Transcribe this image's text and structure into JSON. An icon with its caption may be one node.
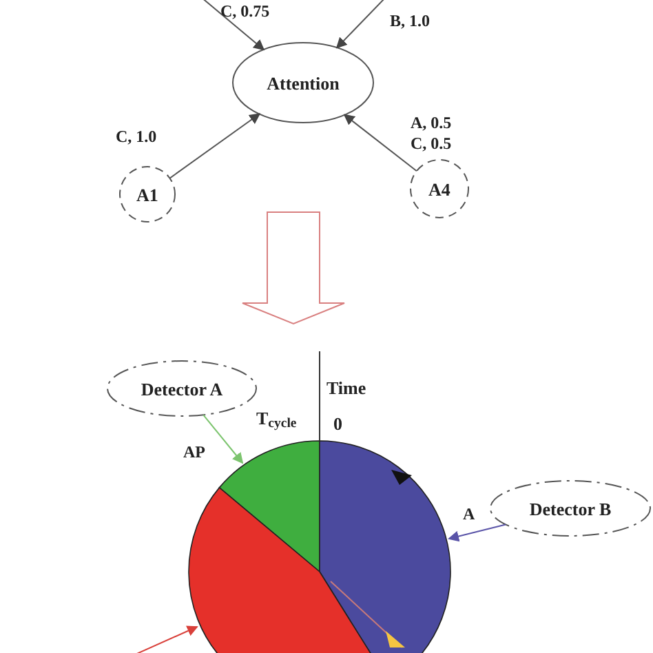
{
  "diagram": {
    "nodes": [
      {
        "text": [
          "Attention"
        ]
      },
      {
        "text": [
          "A1"
        ]
      },
      {
        "text": [
          "A4"
        ]
      },
      {
        "text": [
          "Detector A"
        ]
      },
      {
        "text": [
          "Detector B"
        ]
      },
      {
        "text": [],
        "shape": "sector"
      },
      {
        "text": [],
        "shape": "sector"
      },
      {
        "text": [],
        "shape": "sector"
      }
    ],
    "edges": [
      {
        "from": null,
        "to": 0,
        "arrow": "to",
        "label": "C, 0.75"
      },
      {
        "from": null,
        "to": 0,
        "arrow": "to",
        "label": "B, 1.0"
      },
      {
        "from": 1,
        "to": 0,
        "arrow": "to",
        "label": "C, 1.0"
      },
      {
        "from": 2,
        "to": 0,
        "arrow": "to",
        "label": "A, 0.5 C, 0.5"
      },
      {
        "from": 3,
        "to": 5,
        "arrow": "to",
        "label": "AP",
        "color": "#7cc46e"
      },
      {
        "from": 4,
        "to": 6,
        "arrow": "to",
        "label": "A",
        "color": "#5a54a8"
      },
      {
        "from": null,
        "to": 7,
        "arrow": "to",
        "color": "#d9403a"
      }
    ],
    "labels": [
      "Time",
      "T$_{cycle}$",
      "0"
    ]
  }
}
